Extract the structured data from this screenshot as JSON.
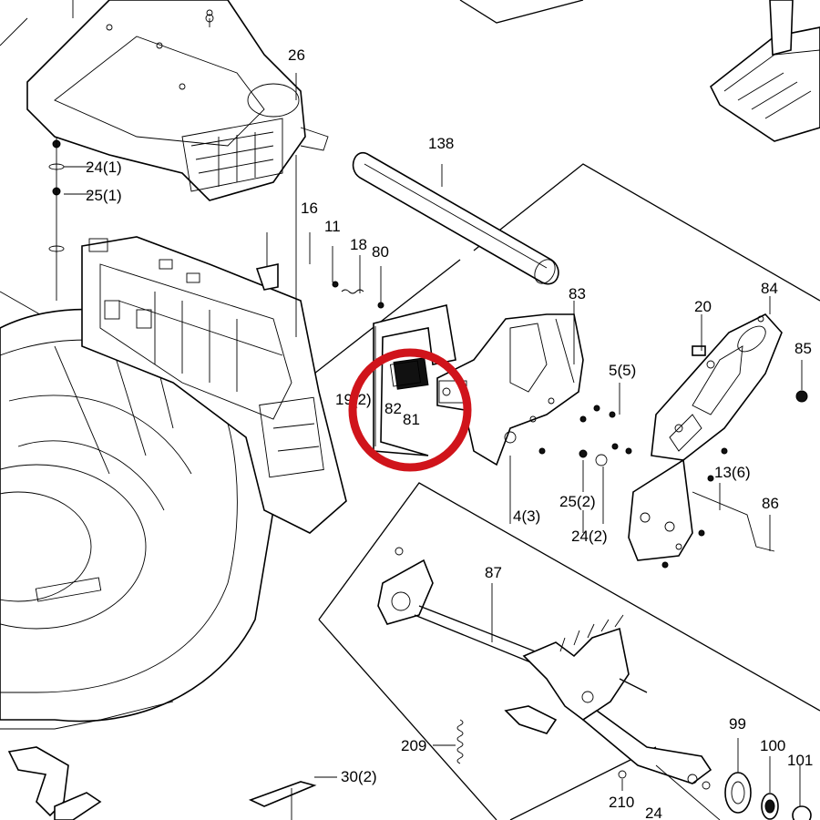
{
  "labels": {
    "l26": "26",
    "l138": "138",
    "l24_1": "24(1)",
    "l25_1": "25(1)",
    "l16": "16",
    "l11": "11",
    "l18": "18",
    "l80": "80",
    "l83": "83",
    "l20": "20",
    "l84": "84",
    "l85": "85",
    "l19_2": "19(2)",
    "l82": "82",
    "l81": "81",
    "l5_5": "5(5)",
    "l13_6": "13(6)",
    "l25_2": "25(2)",
    "l24_2": "24(2)",
    "l4_3": "4(3)",
    "l86": "86",
    "l87": "87",
    "l209": "209",
    "l30_2": "30(2)",
    "l99": "99",
    "l100": "100",
    "l101": "101",
    "l210": "210",
    "l24": "24"
  },
  "highlight": {
    "color": "#d0141b"
  }
}
